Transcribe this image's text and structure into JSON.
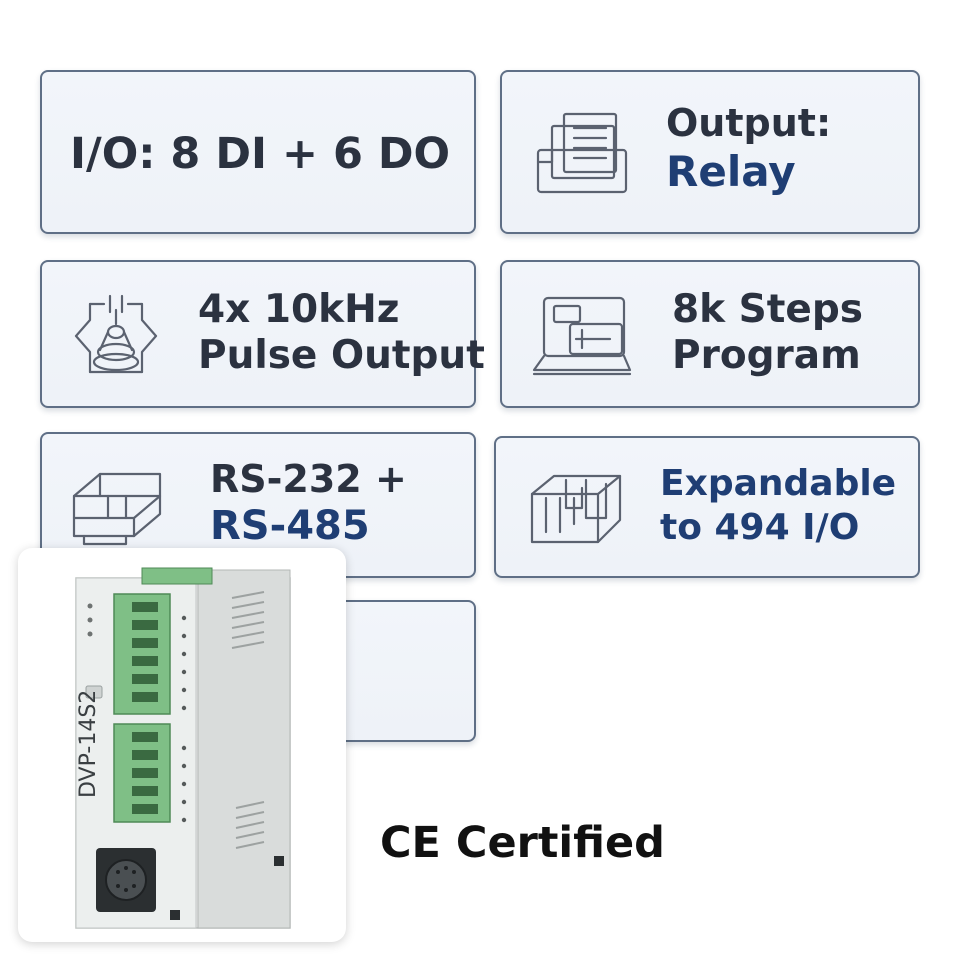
{
  "cards": {
    "io": {
      "text": "I/O:  8 DI + 6 DO"
    },
    "output": {
      "label": "Output:",
      "value": "Relay",
      "icon": "document-stack-icon"
    },
    "pulse": {
      "line1": "4x 10kHz",
      "line2": "Pulse Output",
      "icon": "pulse-module-icon"
    },
    "program": {
      "line1": "8k Steps",
      "line2": "Program",
      "icon": "program-terminal-icon"
    },
    "comm": {
      "line1": "RS-232 +",
      "line2": "RS-485",
      "icon": "connector-port-icon"
    },
    "expand": {
      "line1": "Expandable",
      "line2": "to 494 I/O",
      "icon": "expansion-rack-icon"
    }
  },
  "product": {
    "model": "DVP-14S2",
    "image": "plc-module-photo"
  },
  "certification": {
    "text": "CE Certified"
  },
  "colors": {
    "card_bg": "#eef2f8",
    "card_border": "#5f6f86",
    "text_dark": "#2b3240",
    "accent_navy": "#1f3e74",
    "terminal_green": "#7fbf86"
  }
}
